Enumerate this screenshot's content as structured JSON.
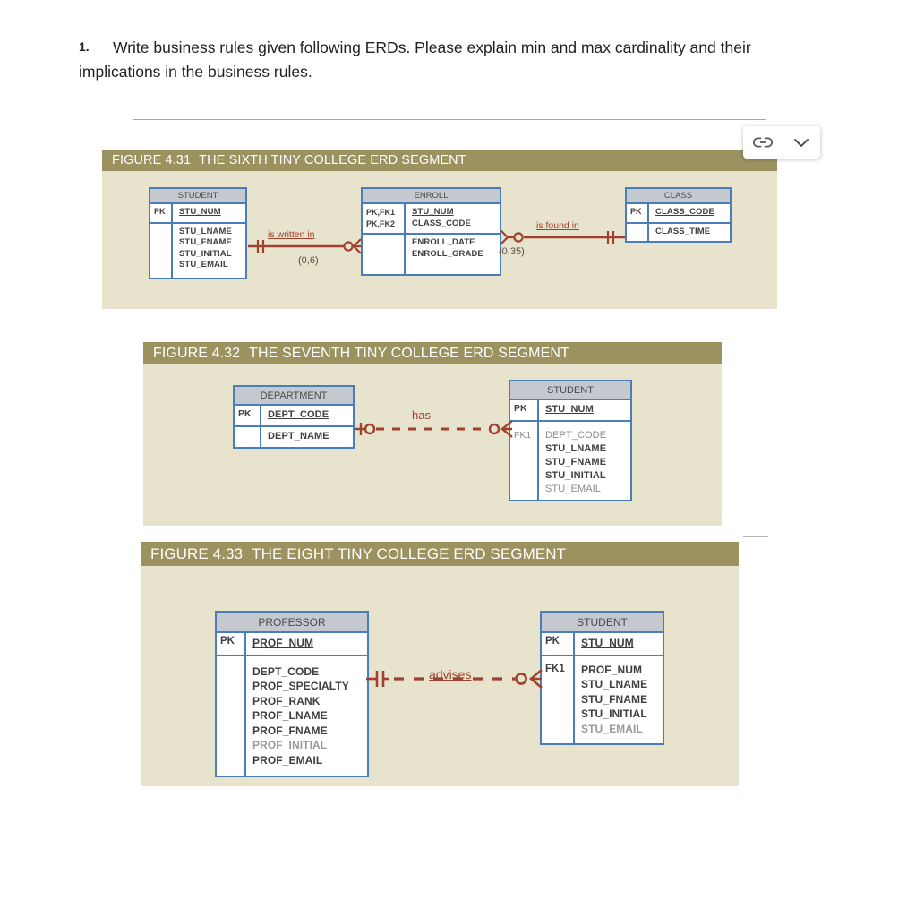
{
  "question": {
    "number": "1.",
    "text": "Write business rules given following ERDs.  Please explain min and max cardinality and their implications in  the business rules."
  },
  "toolbar": {
    "link_icon": "link-icon",
    "chevron_icon": "chevron-down-icon"
  },
  "colors": {
    "figure_header": "#9b9260",
    "figure_body": "#e8e3cd",
    "entity_border": "#4a7ebb",
    "entity_title_bg": "#c3c9cf",
    "relationship_line": "#a0402f"
  },
  "figures": [
    {
      "id": "fig431",
      "header_number": "FIGURE 4.31",
      "header_title": "THE SIXTH TINY COLLEGE ERD SEGMENT",
      "entities": [
        {
          "name": "STUDENT",
          "sections": [
            {
              "key": "PK",
              "attrs": [
                {
                  "text": "STU_NUM",
                  "style": "pk"
                }
              ]
            },
            {
              "key": "",
              "attrs": [
                {
                  "text": "STU_LNAME",
                  "style": "bold"
                },
                {
                  "text": "STU_FNAME",
                  "style": "bold"
                },
                {
                  "text": "STU_INITIAL",
                  "style": "bold"
                },
                {
                  "text": "STU_EMAIL",
                  "style": "bold"
                }
              ]
            }
          ]
        },
        {
          "name": "ENROLL",
          "sections": [
            {
              "key": "PK,FK1\nPK,FK2",
              "attrs": [
                {
                  "text": "STU_NUM",
                  "style": "pk"
                },
                {
                  "text": "CLASS_CODE",
                  "style": "pk"
                }
              ]
            },
            {
              "key": "",
              "attrs": [
                {
                  "text": "ENROLL_DATE",
                  "style": "bold"
                },
                {
                  "text": "ENROLL_GRADE",
                  "style": "bold"
                }
              ]
            }
          ]
        },
        {
          "name": "CLASS",
          "sections": [
            {
              "key": "PK",
              "attrs": [
                {
                  "text": "CLASS_CODE",
                  "style": "pk"
                }
              ]
            },
            {
              "key": "",
              "attrs": [
                {
                  "text": "CLASS_TIME",
                  "style": "bold"
                }
              ]
            }
          ]
        }
      ],
      "relationships": [
        {
          "label": "is written in",
          "cardinality": "(0,6)",
          "left_notation": "one-and-only-one",
          "right_notation": "zero-or-many",
          "line": "solid"
        },
        {
          "label": "is found in",
          "cardinality": "(0,35)",
          "left_notation": "zero-or-many",
          "right_notation": "one-and-only-one",
          "line": "solid"
        }
      ]
    },
    {
      "id": "fig432",
      "header_number": "FIGURE 4.32",
      "header_title": "THE SEVENTH TINY COLLEGE ERD SEGMENT",
      "entities": [
        {
          "name": "DEPARTMENT",
          "sections": [
            {
              "key": "PK",
              "attrs": [
                {
                  "text": "DEPT_CODE",
                  "style": "pk"
                }
              ]
            },
            {
              "key": "",
              "attrs": [
                {
                  "text": "DEPT_NAME",
                  "style": "bold"
                }
              ]
            }
          ]
        },
        {
          "name": "STUDENT",
          "sections": [
            {
              "key": "PK",
              "attrs": [
                {
                  "text": "STU_NUM",
                  "style": "pk"
                }
              ]
            },
            {
              "key": "FK1",
              "attrs": [
                {
                  "text": "DEPT_CODE",
                  "style": "norm"
                },
                {
                  "text": "STU_LNAME",
                  "style": "bold"
                },
                {
                  "text": "STU_FNAME",
                  "style": "bold"
                },
                {
                  "text": "STU_INITIAL",
                  "style": "bold"
                },
                {
                  "text": "STU_EMAIL",
                  "style": "faded"
                }
              ]
            }
          ]
        }
      ],
      "relationships": [
        {
          "label": "has",
          "cardinality": "",
          "left_notation": "zero-or-one",
          "right_notation": "zero-or-many",
          "line": "dashed"
        }
      ]
    },
    {
      "id": "fig433",
      "header_number": "FIGURE 4.33",
      "header_title": "THE EIGHT TINY COLLEGE ERD SEGMENT",
      "entities": [
        {
          "name": "PROFESSOR",
          "sections": [
            {
              "key": "PK",
              "attrs": [
                {
                  "text": "PROF_NUM",
                  "style": "pk"
                }
              ]
            },
            {
              "key": "",
              "attrs": [
                {
                  "text": "DEPT_CODE",
                  "style": "bold"
                },
                {
                  "text": "PROF_SPECIALTY",
                  "style": "bold"
                },
                {
                  "text": "PROF_RANK",
                  "style": "bold"
                },
                {
                  "text": "PROF_LNAME",
                  "style": "bold"
                },
                {
                  "text": "PROF_FNAME",
                  "style": "bold"
                },
                {
                  "text": "PROF_INITIAL",
                  "style": "faded"
                },
                {
                  "text": "PROF_EMAIL",
                  "style": "bold"
                }
              ]
            }
          ]
        },
        {
          "name": "STUDENT",
          "sections": [
            {
              "key": "PK",
              "attrs": [
                {
                  "text": "STU_NUM",
                  "style": "pk"
                }
              ]
            },
            {
              "key": "FK1",
              "attrs": [
                {
                  "text": "PROF_NUM",
                  "style": "bold"
                },
                {
                  "text": "STU_LNAME",
                  "style": "bold"
                },
                {
                  "text": "STU_FNAME",
                  "style": "bold"
                },
                {
                  "text": "STU_INITIAL",
                  "style": "bold"
                },
                {
                  "text": "STU_EMAIL",
                  "style": "faded"
                }
              ]
            }
          ]
        }
      ],
      "relationships": [
        {
          "label": "advises",
          "cardinality": "",
          "left_notation": "one-and-only-one",
          "right_notation": "zero-or-many",
          "line": "dashed"
        }
      ]
    }
  ]
}
